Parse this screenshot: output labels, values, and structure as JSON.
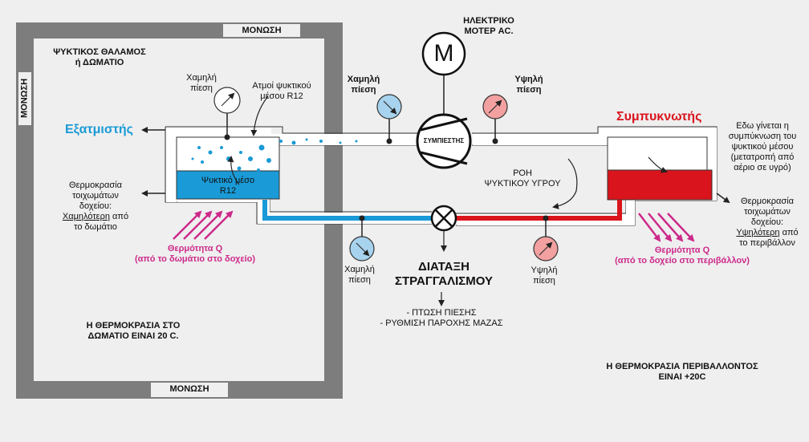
{
  "insulation": "ΜΟΝΩΣΗ",
  "room_title_1": "ΨΥΚΤΙΚΟΣ ΘΑΛΑΜΟΣ",
  "room_title_2": "ή ΔΩΜΑΤΙΟ",
  "evaporator_label": "Εξατμιστής",
  "low_pressure_gauge_1": "Χαμηλή",
  "low_pressure_gauge_2": "πίεση",
  "vapor_1": "Ατμοί ψυκτικού",
  "vapor_2": "μέσου R12",
  "refrigerant_1": "Ψυκτικό μέσο",
  "refrigerant_2": "R12",
  "wall_temp_1": "Θερμοκρασία",
  "wall_temp_2": "τοιχωμάτων",
  "wall_temp_3": "δοχείου:",
  "wall_temp_low_word": "Χαμηλότερη",
  "wall_temp_low_rest": " από",
  "wall_temp_room": "το δωμάτιο",
  "heat_in_1": "Θερμότητα Q",
  "heat_in_2": "(από το δωμάτιο στο δοχείο)",
  "room_temp_1": "Η ΘΕΡΜΟΚΡΑΣΙΑ ΣΤΟ",
  "room_temp_2": "ΔΩΜΑΤΙΟ ΕΙΝΑΙ 20 C.",
  "motor_1": "ΗΛΕΚΤΡΙΚΟ",
  "motor_2": "ΜΟΤΕΡ AC.",
  "motor_symbol": "M",
  "low_p_bold_1": "Χαμηλή",
  "low_p_bold_2": "πίεση",
  "high_p_bold_1": "Υψηλή",
  "high_p_bold_2": "πίεση",
  "compressor": "ΣΥΜΠΙΕΣΤΗΣ",
  "flow_1": "ΡΟΗ",
  "flow_2": "ΨΥΚΤΙΚΟΥ ΥΓΡΟΥ",
  "condenser_label": "Συμπυκνωτής",
  "cond_note_1": "Εδω γίνεται η",
  "cond_note_2": "συμπύκνωση του",
  "cond_note_3": "ψυκτικού μέσου",
  "cond_note_4": "(μετατροπή από",
  "cond_note_5": "αέριο σε υγρό)",
  "wall_temp_high_word": "Υψηλότερη",
  "wall_temp_high_rest": " από",
  "wall_temp_env": "το περιβάλλον",
  "heat_out_1": "Θερμότητα Q",
  "heat_out_2": "(από το δοχείο στο περιβάλλον)",
  "valve_1": "ΔΙΑΤΑΞΗ",
  "valve_2": "ΣΤΡΑΓΓΑΛΙΣΜΟΥ",
  "valve_note_1": "- ΠΤΩΣΗ ΠΙΕΣΗΣ",
  "valve_note_2": "- ΡΥΘΜΙΣΗ ΠΑΡΟΧΗΣ ΜΑΖΑΣ",
  "env_temp_1": "Η ΘΕΡΜΟΚΡΑΣΙΑ ΠΕΡΙΒΑΛΛΟΝΤΟΣ",
  "env_temp_2": "ΕΙΝΑΙ +20C",
  "colors": {
    "blue": "#1a9ad6",
    "red": "#d9141c",
    "magenta": "#cc2a8a",
    "wall": "#7d7d7d"
  }
}
